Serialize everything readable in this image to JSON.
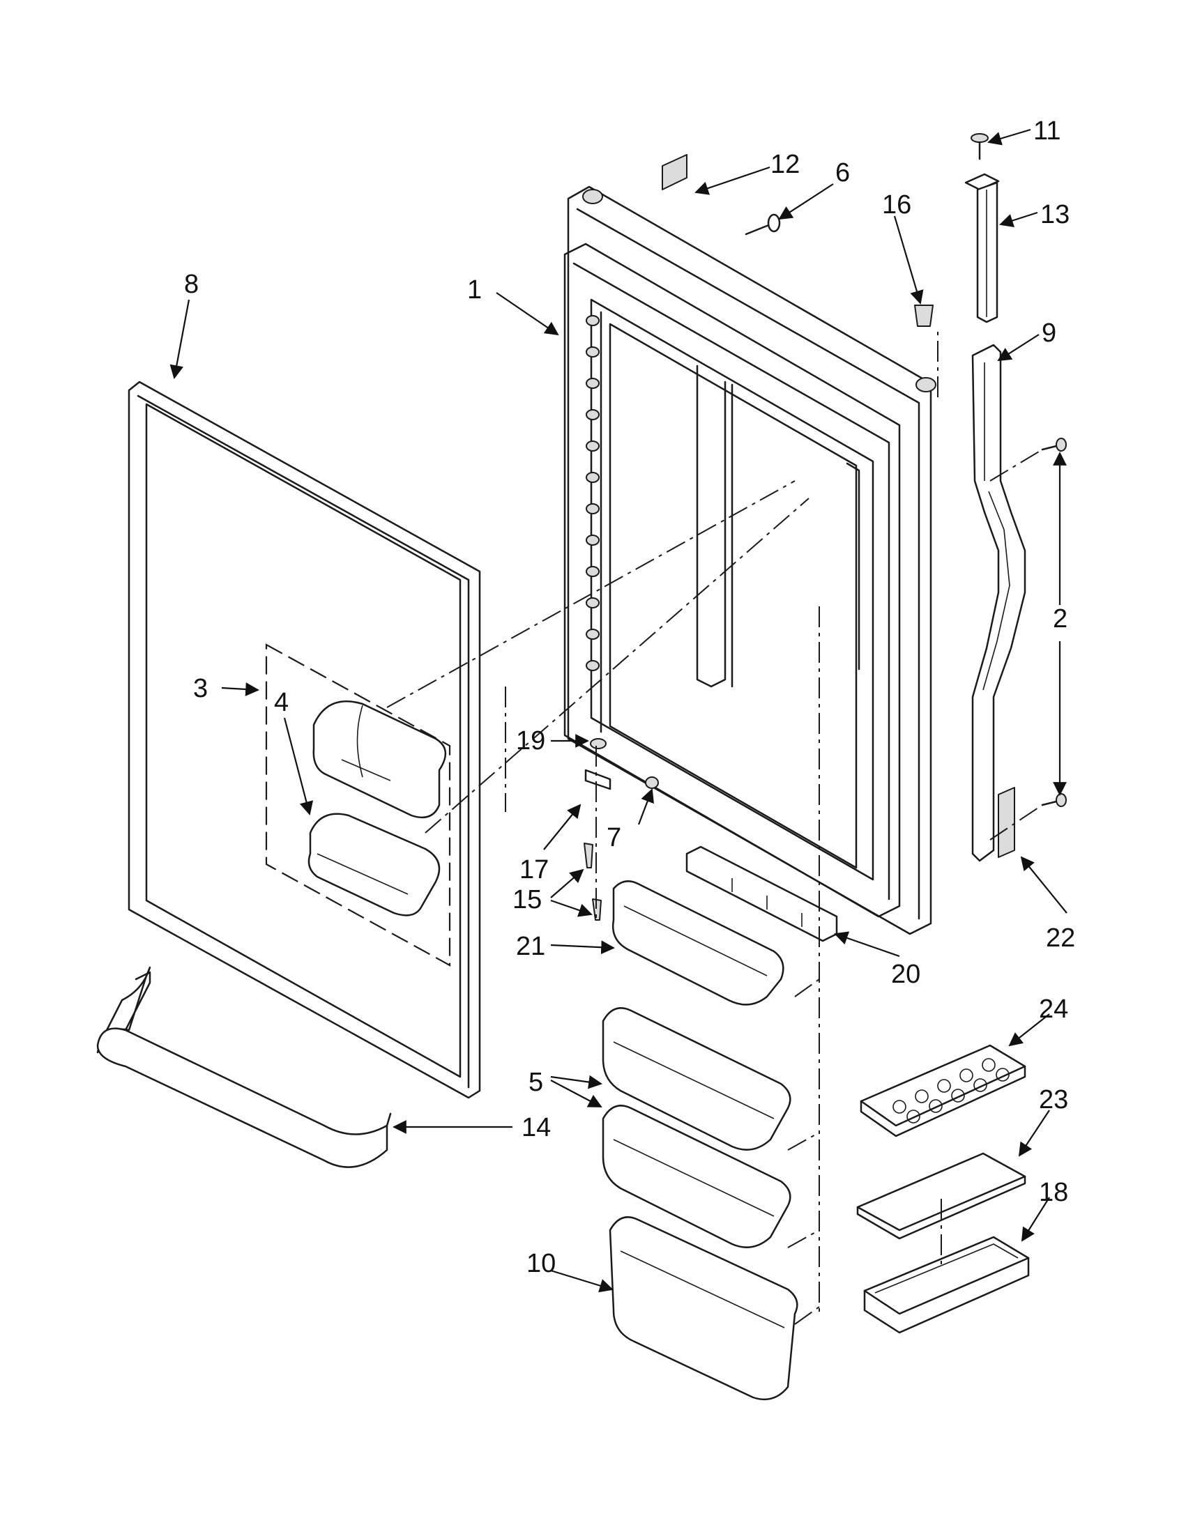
{
  "callouts": [
    {
      "id": "c1",
      "text": "1"
    },
    {
      "id": "c2",
      "text": "2"
    },
    {
      "id": "c3",
      "text": "3"
    },
    {
      "id": "c4",
      "text": "4"
    },
    {
      "id": "c5",
      "text": "5"
    },
    {
      "id": "c6",
      "text": "6"
    },
    {
      "id": "c7",
      "text": "7"
    },
    {
      "id": "c8",
      "text": "8"
    },
    {
      "id": "c9",
      "text": "9"
    },
    {
      "id": "c10",
      "text": "10"
    },
    {
      "id": "c11",
      "text": "11"
    },
    {
      "id": "c12",
      "text": "12"
    },
    {
      "id": "c13",
      "text": "13"
    },
    {
      "id": "c14",
      "text": "14"
    },
    {
      "id": "c15",
      "text": "15"
    },
    {
      "id": "c16",
      "text": "16"
    },
    {
      "id": "c17",
      "text": "17"
    },
    {
      "id": "c18",
      "text": "18"
    },
    {
      "id": "c19",
      "text": "19"
    },
    {
      "id": "c20",
      "text": "20"
    },
    {
      "id": "c21",
      "text": "21"
    },
    {
      "id": "c22",
      "text": "22"
    },
    {
      "id": "c23",
      "text": "23"
    },
    {
      "id": "c24",
      "text": "24"
    }
  ],
  "colors": {
    "line": "#1a1a1a",
    "background": "#ffffff",
    "shade": "#dcdcdc"
  }
}
